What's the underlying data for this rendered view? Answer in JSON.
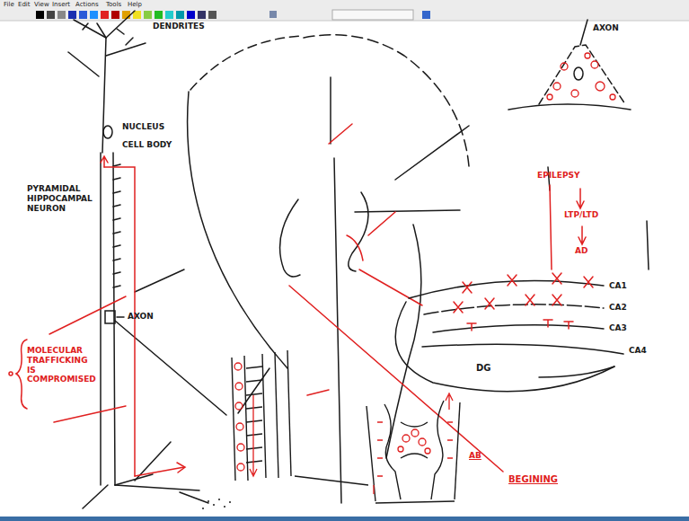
{
  "diagram": {
    "labels": [
      "File",
      "Edit",
      "View",
      "Insert",
      "Actions",
      "Tools",
      "Help",
      "DENDRITES",
      "NUCLEUS",
      "CELL BODY",
      "PYRAMIDAL HIPPOCAMPAL NEURON",
      "AXON",
      "MOLECULAR TRAFFICKING IS COMPROMISED",
      "AXON",
      "EPILEPSY",
      "LTP/LTD",
      "AD",
      "CA1",
      "CA2",
      "CA3",
      "CA4",
      "DG",
      "AB",
      "BEGINING"
    ]
  }
}
